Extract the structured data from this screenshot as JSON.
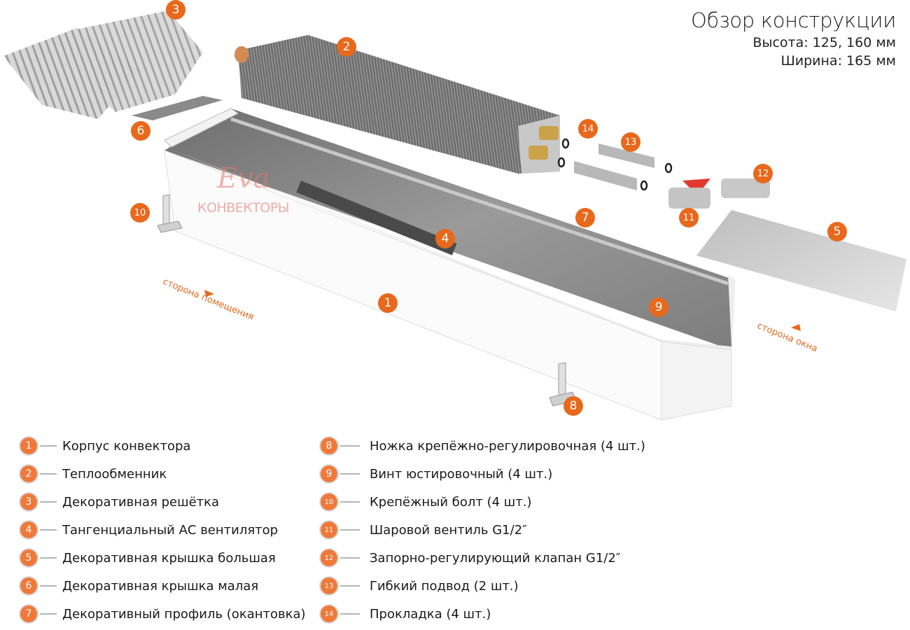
{
  "header": {
    "title": "Обзор конструкции",
    "height_spec": "Высота: 125, 160 мм",
    "width_spec": "Ширина: 165 мм"
  },
  "watermark": {
    "brand": "Eva",
    "subtitle": "КОНВЕКТОРЫ"
  },
  "orientation_labels": {
    "room_side": "сторона помещения",
    "window_side": "сторона окна"
  },
  "colors": {
    "accent": "#e8681c",
    "badge": "#f0793a",
    "leader_line": "#b5b5b5",
    "text": "#1a1a1a"
  },
  "callouts": [
    "1",
    "2",
    "3",
    "4",
    "5",
    "6",
    "7",
    "8",
    "9",
    "10",
    "11",
    "12",
    "13",
    "14"
  ],
  "legend": {
    "left": [
      {
        "num": "1",
        "label": "Корпус конвектора"
      },
      {
        "num": "2",
        "label": "Теплообменник"
      },
      {
        "num": "3",
        "label": "Декоративная решётка"
      },
      {
        "num": "4",
        "label": "Тангенциальный АС вентилятор"
      },
      {
        "num": "5",
        "label": "Декоративная крышка большая"
      },
      {
        "num": "6",
        "label": "Декоративная крышка малая"
      },
      {
        "num": "7",
        "label": "Декоративный профиль (окантовка)"
      }
    ],
    "right": [
      {
        "num": "8",
        "label": "Ножка крепёжно-регулировочная (4 шт.)"
      },
      {
        "num": "9",
        "label": "Винт юстировочный (4 шт.)"
      },
      {
        "num": "10",
        "label": "Крепёжный болт (4 шт.)"
      },
      {
        "num": "11",
        "label": "Шаровой вентиль G1/2″"
      },
      {
        "num": "12",
        "label": "Запорно-регулирующий клапан G1/2″"
      },
      {
        "num": "13",
        "label": "Гибкий подвод (2 шт.)"
      },
      {
        "num": "14",
        "label": "Прокладка (4 шт.)"
      }
    ]
  }
}
